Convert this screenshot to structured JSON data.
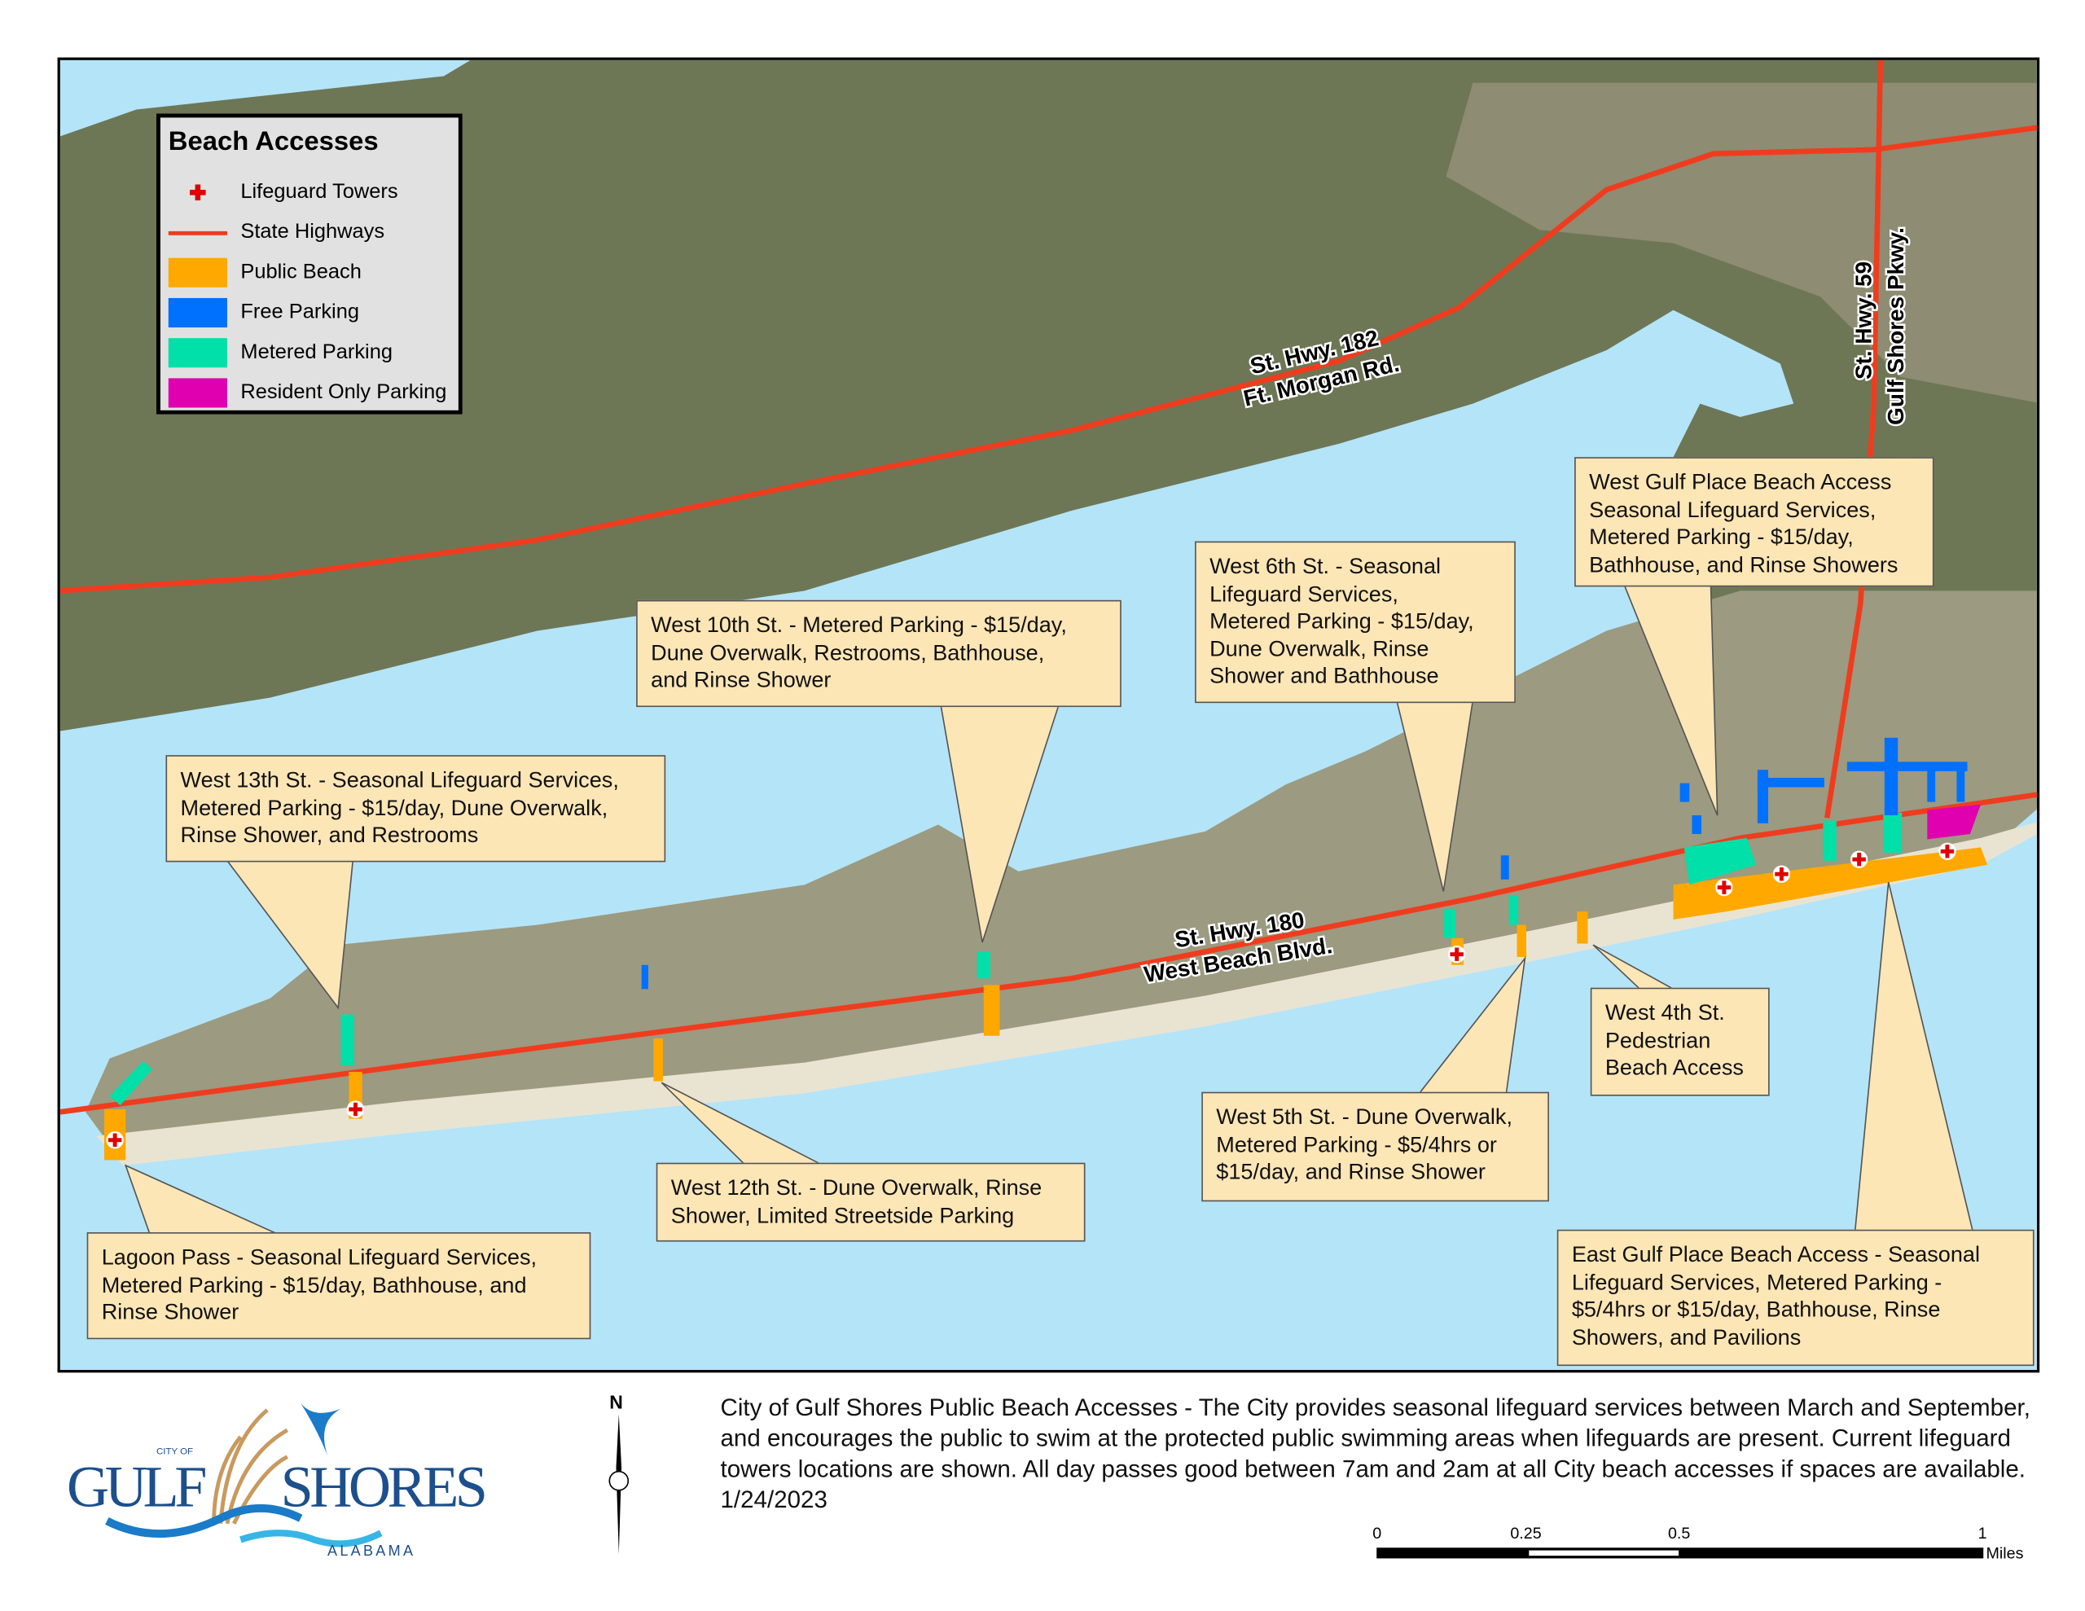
{
  "legend": {
    "title": "Beach Accesses",
    "items": [
      {
        "label": "Lifeguard Towers",
        "icon": "red-cross-icon",
        "color": "#e00000"
      },
      {
        "label": "State Highways",
        "icon": "line",
        "color": "#f03c1e"
      },
      {
        "label": "Public Beach",
        "color": "#ffa800"
      },
      {
        "label": "Free Parking",
        "color": "#0070ff"
      },
      {
        "label": "Metered Parking",
        "color": "#00e0a8"
      },
      {
        "label": "Resident Only Parking",
        "color": "#e000b0"
      }
    ]
  },
  "roads": {
    "hwy182": {
      "name": "St. Hwy. 182",
      "alt": "Ft. Morgan Rd."
    },
    "hwy180": {
      "name": "St. Hwy. 180",
      "alt": "West Beach Blvd."
    },
    "hwy59": {
      "name": "St. Hwy. 59",
      "alt": "Gulf Shores Pkwy."
    }
  },
  "callouts": [
    {
      "id": "west-10th",
      "text": "West 10th St. - Metered Parking - $15/day,\nDune Overwalk, Restrooms, Bathhouse,\nand Rinse Shower"
    },
    {
      "id": "west-6th",
      "text": "West 6th St. - Seasonal\nLifeguard Services,\nMetered Parking - $15/day,\nDune Overwalk, Rinse\nShower and Bathhouse"
    },
    {
      "id": "west-gulf-place",
      "text": "West Gulf Place Beach Access\nSeasonal Lifeguard Services,\nMetered Parking -  $15/day,\nBathhouse, and Rinse Showers"
    },
    {
      "id": "west-13th",
      "text": "West 13th St. - Seasonal Lifeguard Services,\nMetered Parking - $15/day, Dune Overwalk,\nRinse Shower, and Restrooms"
    },
    {
      "id": "lagoon-pass",
      "text": "Lagoon Pass - Seasonal Lifeguard Services,\nMetered Parking - $15/day, Bathhouse, and\nRinse Shower"
    },
    {
      "id": "west-12th",
      "text": "West 12th St. - Dune Overwalk, Rinse\nShower, Limited Streetside Parking"
    },
    {
      "id": "west-5th",
      "text": "West 5th St. - Dune Overwalk,\nMetered Parking -  $5/4hrs or\n$15/day, and Rinse Shower"
    },
    {
      "id": "west-4th",
      "text": "West 4th St.\nPedestrian\nBeach Access"
    },
    {
      "id": "east-gulf-place",
      "text": "East Gulf Place Beach Access - Seasonal\nLifeguard Services, Metered Parking -\n$5/4hrs or $15/day, Bathhouse, Rinse\nShowers, and Pavilions"
    }
  ],
  "footer": {
    "description": "City of Gulf Shores Public Beach Accesses - The City provides seasonal lifeguard services between March and September, and encourages the public to swim at the protected public swimming areas when lifeguards are present.  Current lifeguard towers locations are shown. All day passes good between 7am and 2am at all City beach accesses if spaces are available. 1/24/2023",
    "north_label": "N"
  },
  "logo": {
    "city_of": "CITY OF",
    "gulf": "GULF",
    "shores": "SHORES",
    "state": "ALABAMA"
  },
  "scale_bar": {
    "ticks": [
      "0",
      "0.25",
      "0.5",
      "1"
    ],
    "unit": "Miles"
  },
  "colors": {
    "water": "#b4e4f8",
    "highway": "#f03c1e",
    "callout": "#fde6b6"
  }
}
